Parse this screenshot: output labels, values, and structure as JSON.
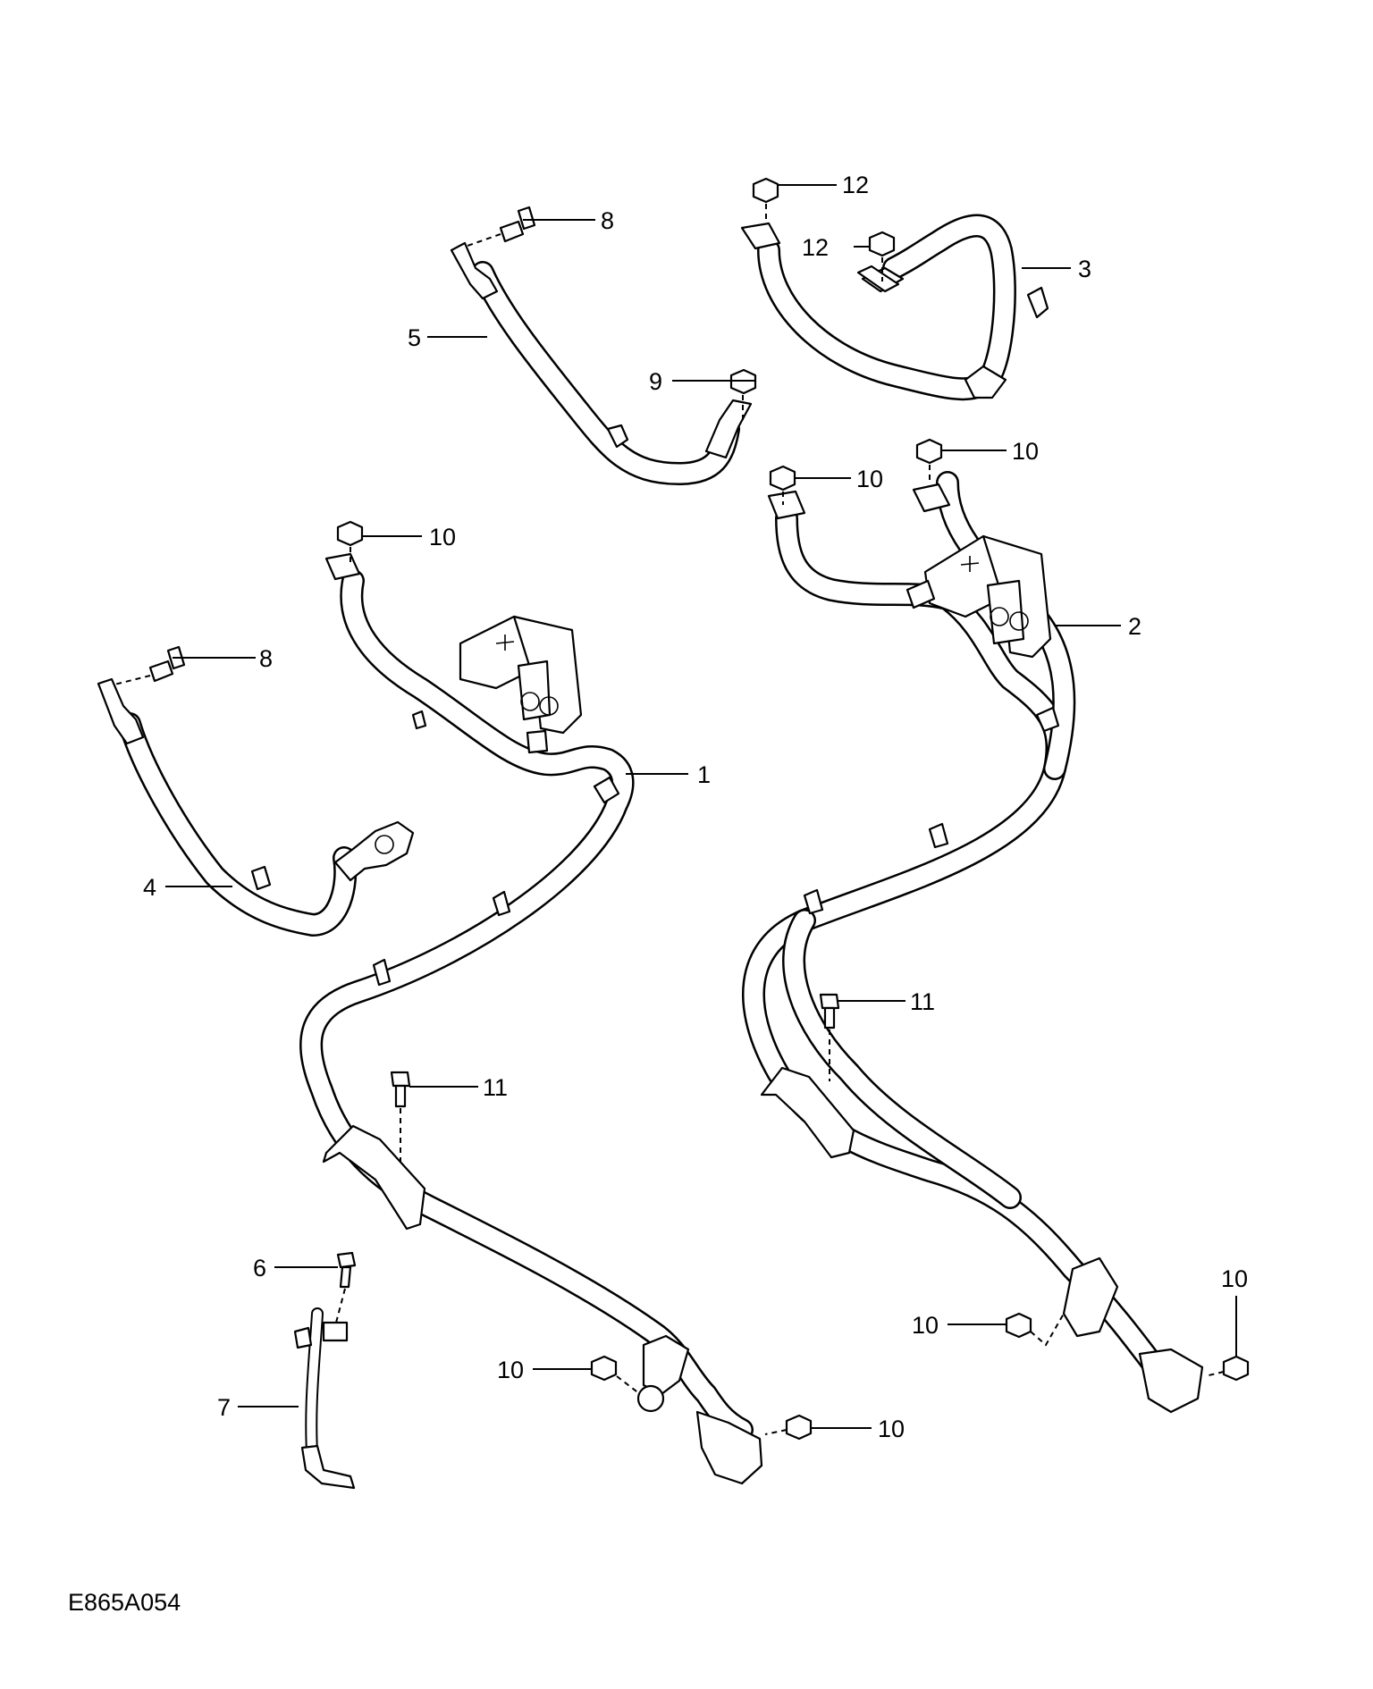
{
  "figure_code": "E865A054",
  "callouts": [
    {
      "id": "c1",
      "text": "1"
    },
    {
      "id": "c2",
      "text": "2"
    },
    {
      "id": "c3",
      "text": "3"
    },
    {
      "id": "c4",
      "text": "4"
    },
    {
      "id": "c5",
      "text": "5"
    },
    {
      "id": "c6",
      "text": "6"
    },
    {
      "id": "c7",
      "text": "7"
    },
    {
      "id": "c8a",
      "text": "8"
    },
    {
      "id": "c8b",
      "text": "8"
    },
    {
      "id": "c9",
      "text": "9"
    },
    {
      "id": "c10a",
      "text": "10"
    },
    {
      "id": "c10b",
      "text": "10"
    },
    {
      "id": "c10c",
      "text": "10"
    },
    {
      "id": "c10d",
      "text": "10"
    },
    {
      "id": "c10e",
      "text": "10"
    },
    {
      "id": "c10f",
      "text": "10"
    },
    {
      "id": "c10g",
      "text": "10"
    },
    {
      "id": "c11a",
      "text": "11"
    },
    {
      "id": "c11b",
      "text": "11"
    },
    {
      "id": "c12a",
      "text": "12"
    },
    {
      "id": "c12b",
      "text": "12"
    }
  ]
}
